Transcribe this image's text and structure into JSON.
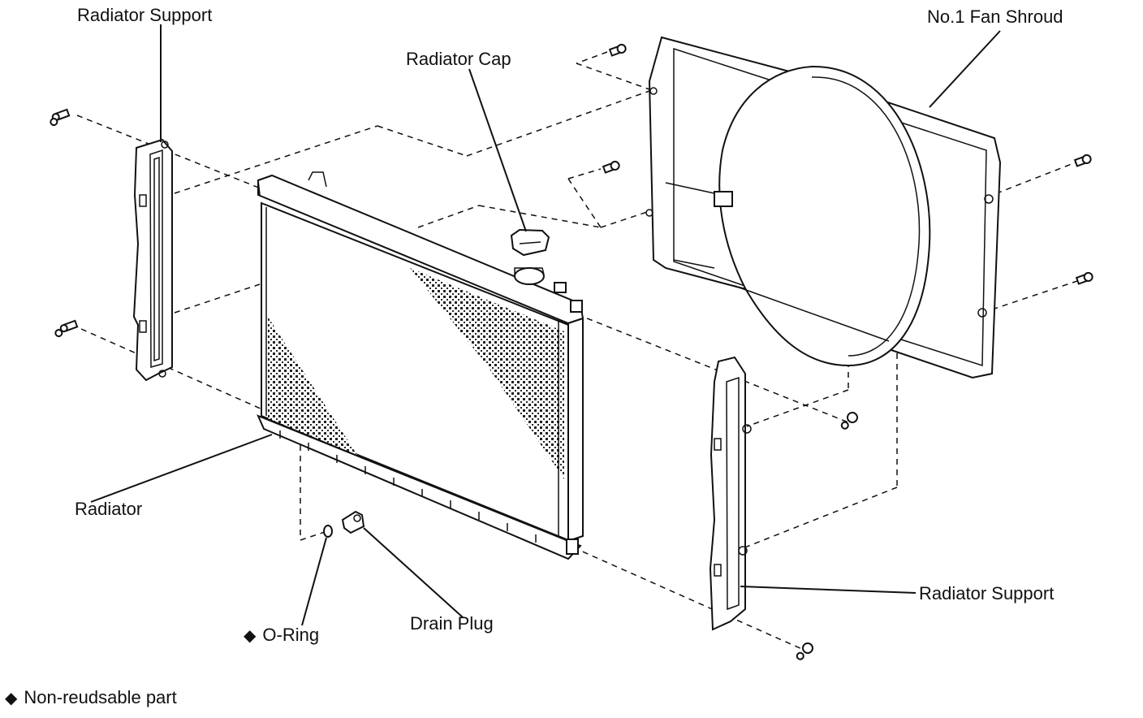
{
  "labels": {
    "radiator_support_top": "Radiator Support",
    "radiator_cap": "Radiator Cap",
    "fan_shroud": "No.1 Fan Shroud",
    "radiator": "Radiator",
    "o_ring": "O-Ring",
    "drain_plug": "Drain Plug",
    "radiator_support_right": "Radiator Support"
  },
  "legend": {
    "symbol": "◆",
    "text": "Non-reudsable part"
  }
}
